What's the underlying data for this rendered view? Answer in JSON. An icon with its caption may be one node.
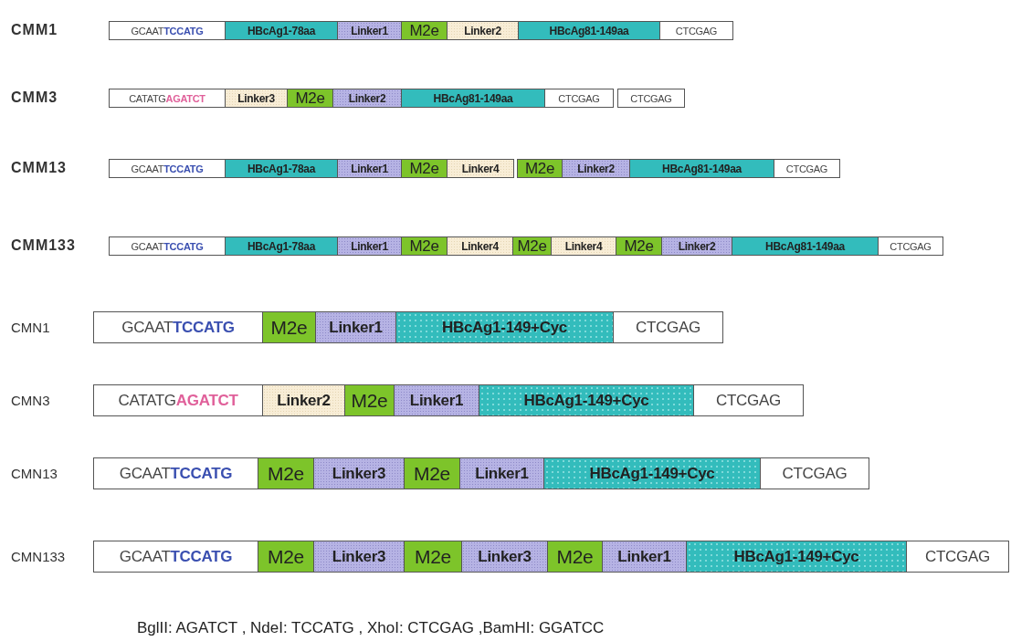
{
  "diagram": {
    "nodes": [
      {
        "text": [
          "CMM1"
        ]
      },
      {
        "text": [
          "GCAAT**TCCATG**"
        ],
        "in": 0
      },
      {
        "text": [
          "HBcAg1-78aa"
        ],
        "in": 0
      },
      {
        "text": [
          "Linker1"
        ],
        "in": 0
      },
      {
        "text": [
          "M2e"
        ],
        "in": 0
      },
      {
        "text": [
          "Linker2"
        ],
        "in": 0
      },
      {
        "text": [
          "HBcAg81-149aa"
        ],
        "in": 0
      },
      {
        "text": [
          "CTCGAG"
        ],
        "in": 0
      },
      {
        "text": [
          "CMM3"
        ]
      },
      {
        "text": [
          "CATATG**AGATCT**"
        ],
        "in": 8
      },
      {
        "text": [
          "Linker3"
        ],
        "in": 8
      },
      {
        "text": [
          "M2e"
        ],
        "in": 8
      },
      {
        "text": [
          "Linker2"
        ],
        "in": 8
      },
      {
        "text": [
          "HBcAg81-149aa"
        ],
        "in": 8
      },
      {
        "text": [
          "CTCGAG"
        ],
        "in": 8
      },
      {
        "text": [
          "CTCGAG"
        ],
        "in": 8
      },
      {
        "text": [
          "CMM13"
        ]
      },
      {
        "text": [
          "GCAAT**TCCATG**"
        ],
        "in": 16
      },
      {
        "text": [
          "HBcAg1-78aa"
        ],
        "in": 16
      },
      {
        "text": [
          "Linker1"
        ],
        "in": 16
      },
      {
        "text": [
          "M2e"
        ],
        "in": 16
      },
      {
        "text": [
          "Linker4"
        ],
        "in": 16
      },
      {
        "text": [
          "M2e"
        ],
        "in": 16
      },
      {
        "text": [
          "Linker2"
        ],
        "in": 16
      },
      {
        "text": [
          "HBcAg81-149aa"
        ],
        "in": 16
      },
      {
        "text": [
          "CTCGAG"
        ],
        "in": 16
      },
      {
        "text": [
          "CMM133"
        ]
      },
      {
        "text": [
          "GCAAT**TCCATG**"
        ],
        "in": 26
      },
      {
        "text": [
          "HBcAg1-78aa"
        ],
        "in": 26
      },
      {
        "text": [
          "Linker1"
        ],
        "in": 26
      },
      {
        "text": [
          "M2e"
        ],
        "in": 26
      },
      {
        "text": [
          "Linker4"
        ],
        "in": 26
      },
      {
        "text": [
          "M2e"
        ],
        "in": 26
      },
      {
        "text": [
          "Linker4"
        ],
        "in": 26
      },
      {
        "text": [
          "M2e"
        ],
        "in": 26
      },
      {
        "text": [
          "Linker2"
        ],
        "in": 26
      },
      {
        "text": [
          "HBcAg81-149aa"
        ],
        "in": 26
      },
      {
        "text": [
          "CTCGAG"
        ],
        "in": 26
      },
      {
        "text": [
          "CMN1"
        ]
      },
      {
        "text": [
          "GCAAT**TCCATG**"
        ],
        "in": 38
      },
      {
        "text": [
          "M2e"
        ],
        "in": 38
      },
      {
        "text": [
          "Linker1"
        ],
        "in": 38
      },
      {
        "text": [
          "HBcAg1-149+Cyc"
        ],
        "in": 38
      },
      {
        "text": [
          "CTCGAG"
        ],
        "in": 38
      },
      {
        "text": [
          "CMN3"
        ]
      },
      {
        "text": [
          "CATATG**AGATCT**"
        ],
        "in": 44
      },
      {
        "text": [
          "Linker2"
        ],
        "in": 44
      },
      {
        "text": [
          "M2e"
        ],
        "in": 44
      },
      {
        "text": [
          "Linker1"
        ],
        "in": 44
      },
      {
        "text": [
          "HBcAg1-149+Cyc"
        ],
        "in": 44
      },
      {
        "text": [
          "CTCGAG"
        ],
        "in": 44
      },
      {
        "text": [
          "CMN13"
        ]
      },
      {
        "text": [
          "GCAAT**TCCATG**"
        ],
        "in": 51
      },
      {
        "text": [
          "M2e"
        ],
        "in": 51
      },
      {
        "text": [
          "Linker3"
        ],
        "in": 51
      },
      {
        "text": [
          "M2e"
        ],
        "in": 51
      },
      {
        "text": [
          "Linker1"
        ],
        "in": 51
      },
      {
        "text": [
          "HBcAg1-149+Cyc"
        ],
        "in": 51
      },
      {
        "text": [
          "CTCGAG"
        ],
        "in": 51
      },
      {
        "text": [
          "CMN133"
        ]
      },
      {
        "text": [
          "GCAAT**TCCATG**"
        ],
        "in": 59
      },
      {
        "text": [
          "M2e"
        ],
        "in": 59
      },
      {
        "text": [
          "Linker3"
        ],
        "in": 59
      },
      {
        "text": [
          "M2e"
        ],
        "in": 59
      },
      {
        "text": [
          "Linker3"
        ],
        "in": 59
      },
      {
        "text": [
          "M2e"
        ],
        "in": 59
      },
      {
        "text": [
          "Linker1"
        ],
        "in": 59
      },
      {
        "text": [
          "HBcAg1-149+Cyc"
        ],
        "in": 59
      },
      {
        "text": [
          "CTCGAG"
        ],
        "in": 59
      }
    ],
    "labels": [
      "BglII: AGATCT , NdeI: TCCATG , XhoI: CTCGAG ,BamHI: GGATCC"
    ]
  }
}
